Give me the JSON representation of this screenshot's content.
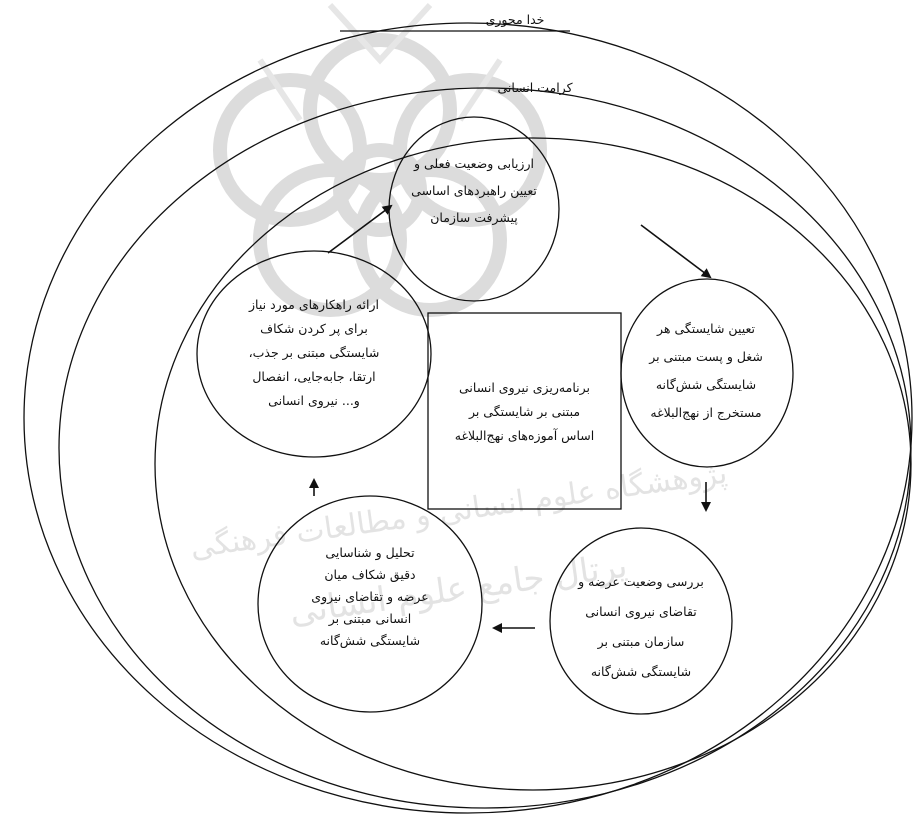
{
  "diagram": {
    "outer_labels": {
      "outermost": "خدا محوری",
      "second": "کرامت انسانی"
    },
    "center_box": {
      "lines": [
        "برنامه‌ریزی نیروی انسانی",
        "مبتنی بر شایستگی بر",
        "اساس آموزه‌های نهج‌البلاغه"
      ]
    },
    "nodes": [
      {
        "id": "top",
        "lines": [
          "ارزیابی  وضعیت فعلی و",
          "تعیین راهبردهای اساسی",
          "پیشرفت سازمان"
        ]
      },
      {
        "id": "right",
        "lines": [
          "تعیین شایستگی هر",
          "شغل و پست مبتنی بر",
          "شایستگی شش‌گانه",
          "مستخرج از نهج‌البلاغه"
        ]
      },
      {
        "id": "bottom-right",
        "lines": [
          "بررسی وضعیت عرضه و",
          "تقاضای نیروی انسانی",
          "سازمان مبتنی بر",
          "شایستگی شش‌گانه"
        ]
      },
      {
        "id": "bottom-left",
        "lines": [
          "تحلیل و شناسایی",
          "دقیق شکاف میان",
          "عرضه و تقاضای نیروی",
          "انسانی مبتنی بر",
          "شایستگی شش‌گانه"
        ]
      },
      {
        "id": "left",
        "lines": [
          "ارائه راهکارهای مورد نیاز",
          "برای پر کردن شکاف",
          "شایستگی مبتنی بر جذب،",
          "ارتقا، جابه‌جایی، انفصال",
          "و... نیروی انسانی"
        ]
      }
    ],
    "watermark": {
      "text": "پژوهشگاه علوم انسانی و مطالعات فرهنگی",
      "text2": "پرتال جامع علوم انسانی"
    }
  }
}
